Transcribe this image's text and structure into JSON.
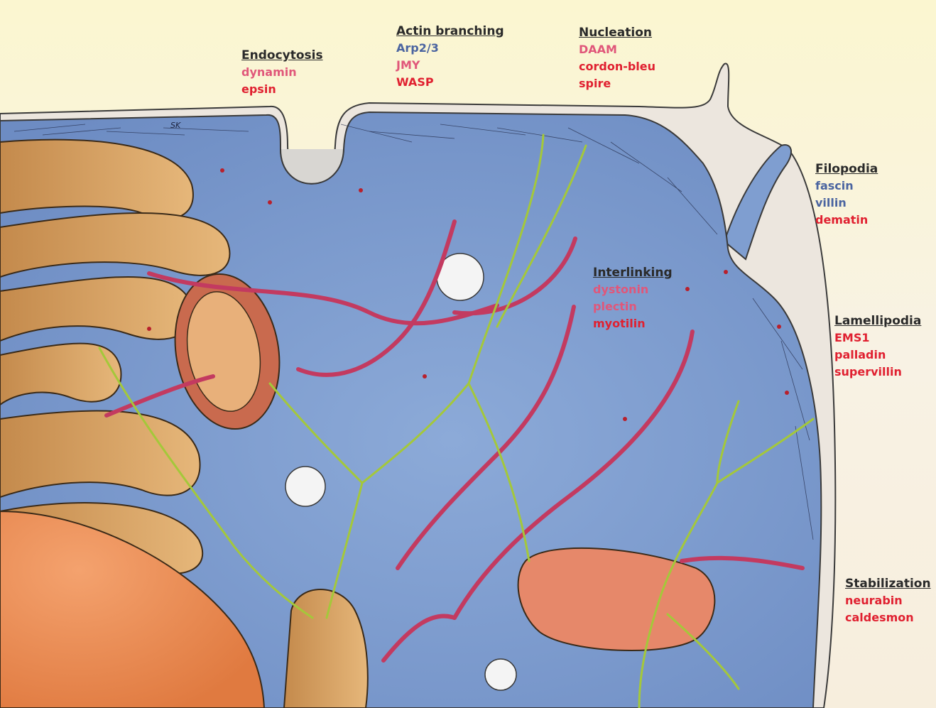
{
  "signature": "SK",
  "colors": {
    "heading": "#2a2a2a",
    "blue_protein": "#4a64a0",
    "pink_protein": "#e0577a",
    "red_protein": "#e02030",
    "cytoplasm": "#7f9ed0",
    "membrane": "#e8c7a8",
    "golgi": "#d19a58",
    "nucleus": "#e88a52",
    "mitochondrion": "#c96a4e",
    "microtubule": "#c33a60",
    "intermediate_filament": "#a4c83a"
  },
  "labels": {
    "endocytosis": {
      "heading": "Endocytosis",
      "proteins": [
        {
          "name": "dynamin",
          "color": "pink"
        },
        {
          "name": "epsin",
          "color": "red"
        }
      ]
    },
    "actin_branching": {
      "heading": "Actin branching",
      "proteins": [
        {
          "name": "Arp2/3",
          "color": "blue"
        },
        {
          "name": "JMY",
          "color": "pink"
        },
        {
          "name": "WASP",
          "color": "red"
        }
      ]
    },
    "nucleation": {
      "heading": "Nucleation",
      "proteins": [
        {
          "name": "DAAM",
          "color": "pink"
        },
        {
          "name": "cordon-bleu",
          "color": "red"
        },
        {
          "name": "spire",
          "color": "red"
        }
      ]
    },
    "filopodia": {
      "heading": "Filopodia",
      "proteins": [
        {
          "name": "fascin",
          "color": "blue"
        },
        {
          "name": "villin",
          "color": "blue"
        },
        {
          "name": "dematin",
          "color": "red"
        }
      ]
    },
    "interlinking": {
      "heading": "Interlinking",
      "proteins": [
        {
          "name": "dystonin",
          "color": "pink"
        },
        {
          "name": "plectin",
          "color": "pink"
        },
        {
          "name": "myotilin",
          "color": "red"
        }
      ]
    },
    "lamellipodia": {
      "heading": "Lamellipodia",
      "proteins": [
        {
          "name": "EMS1",
          "color": "red"
        },
        {
          "name": "palladin",
          "color": "red"
        },
        {
          "name": "supervillin",
          "color": "red"
        }
      ]
    },
    "stabilization": {
      "heading": "Stabilization",
      "proteins": [
        {
          "name": "neurabin",
          "color": "red"
        },
        {
          "name": "caldesmon",
          "color": "red"
        }
      ]
    }
  }
}
